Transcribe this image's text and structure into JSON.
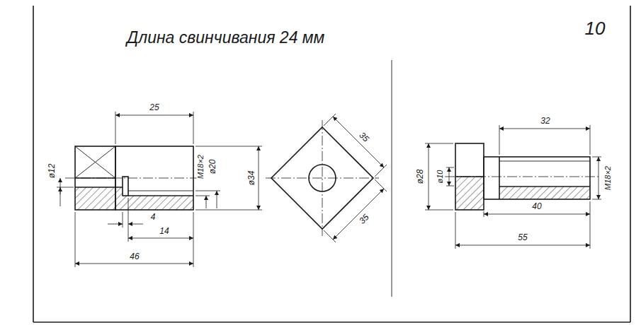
{
  "diagram": {
    "title": "Длина свинчивания 24 мм",
    "labels": [
      "10",
      "25",
      "ø12",
      "M18×2",
      "ø20",
      "ø34",
      "4",
      "14",
      "46",
      "35",
      "35",
      "32",
      "ø28",
      "ø10",
      "M18×2",
      "40",
      "55"
    ]
  }
}
